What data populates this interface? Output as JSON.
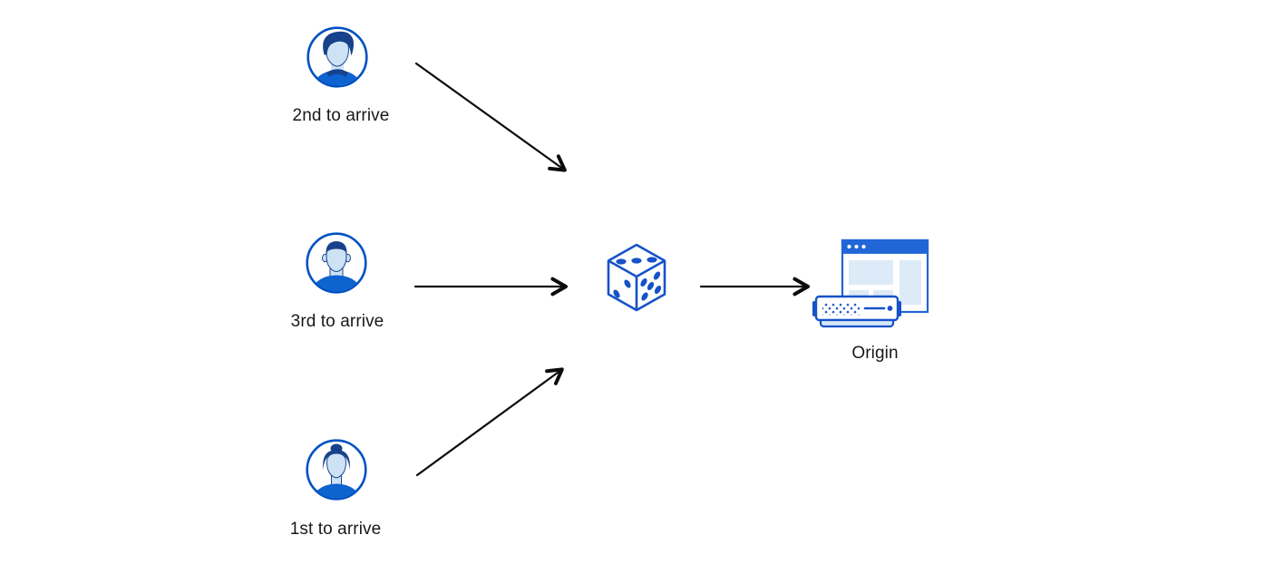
{
  "diagram": {
    "title": "random-request-steering-diagram",
    "background_color": "#ffffff",
    "colors": {
      "arrow_black": "#0b0c0d",
      "avatar_ring_blue": "#0051c3",
      "hair_navy": "#17418a",
      "skin_light_blue": "#cde3f5",
      "shirt_blue": "#0d63cf",
      "dice_blue": "#1652c9",
      "window_titlebar_blue": "#2066d6",
      "panel_light_blue": "#ddeaf7",
      "server_base_light_blue": "#d9e8f7",
      "label_text": "#17191c"
    },
    "nodes": [
      {
        "id": "visitor-second",
        "label": "2nd to arrive",
        "icon": "avatar-male-swept-hair-icon"
      },
      {
        "id": "visitor-third",
        "label": "3rd to arrive",
        "icon": "avatar-male-flattop-hair-icon"
      },
      {
        "id": "visitor-first",
        "label": "1st to arrive",
        "icon": "avatar-female-bun-hair-icon"
      },
      {
        "id": "random-selector",
        "label": "",
        "icon": "dice-icon",
        "dice_pips_visible": [
          3,
          2,
          5
        ]
      },
      {
        "id": "origin",
        "label": "Origin",
        "icon": "origin-server-icon"
      }
    ],
    "edges": [
      {
        "from": "visitor-second",
        "to": "random-selector"
      },
      {
        "from": "visitor-third",
        "to": "random-selector"
      },
      {
        "from": "visitor-first",
        "to": "random-selector"
      },
      {
        "from": "random-selector",
        "to": "origin"
      }
    ]
  }
}
